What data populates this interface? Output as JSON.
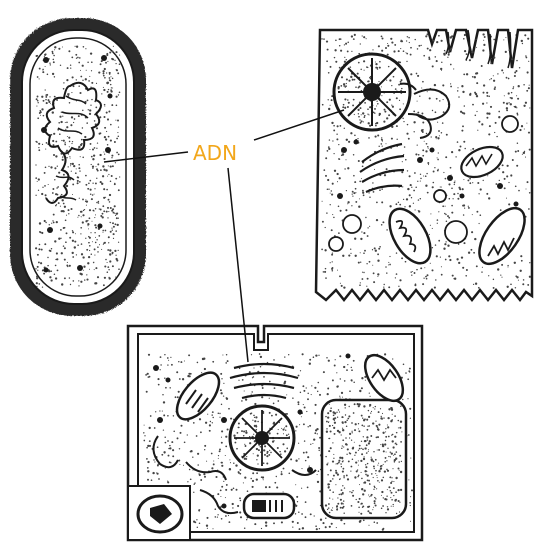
{
  "figure": {
    "cells": [
      {
        "kind": "prokaryotic-bacterium"
      },
      {
        "kind": "animal-cell"
      },
      {
        "kind": "plant-cell"
      }
    ],
    "label": {
      "text": "ADN",
      "color": "#f2a71b"
    },
    "ink_color": "#1a1a1a",
    "dot_color": "#444444",
    "pointer_color": "#111111"
  }
}
